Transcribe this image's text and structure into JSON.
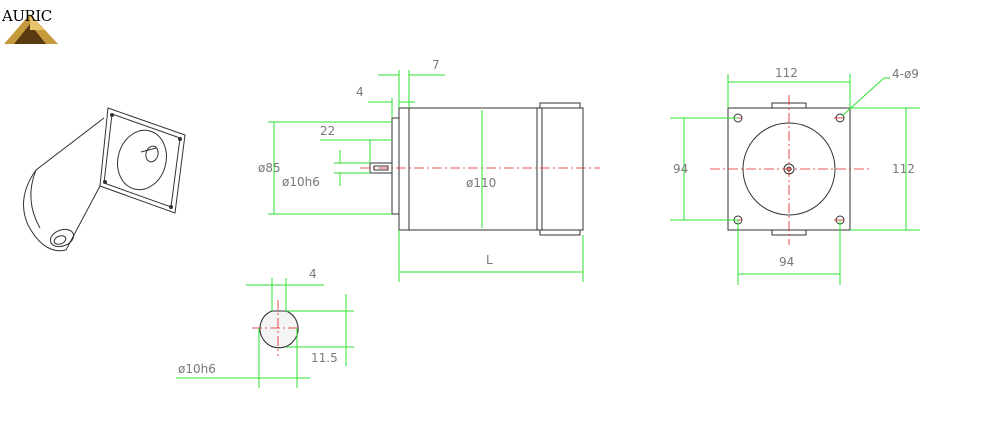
{
  "logo": {
    "text": "AURIC",
    "colors": {
      "gold": "#c59a3c",
      "dark": "#5a3a10"
    }
  },
  "colors": {
    "dimension": "#2fe02f",
    "outline": "#333333",
    "centerline": "#e02020",
    "text": "#7a7a7a"
  },
  "side_view": {
    "flange_thickness": "7",
    "pilot_length": "4",
    "shaft_length": "22",
    "pilot_diameter": "ø85",
    "shaft_diameter": "ø10h6",
    "body_diameter": "ø110",
    "overall_length": "L"
  },
  "front_view": {
    "flange_width_top": "112",
    "mounting_holes": "4-ø9",
    "hole_spacing_vertical": "94",
    "flange_height": "112",
    "hole_spacing_horizontal": "94"
  },
  "shaft_section": {
    "key_width": "4",
    "flat_height": "11.5",
    "shaft_diameter": "ø10h6"
  }
}
